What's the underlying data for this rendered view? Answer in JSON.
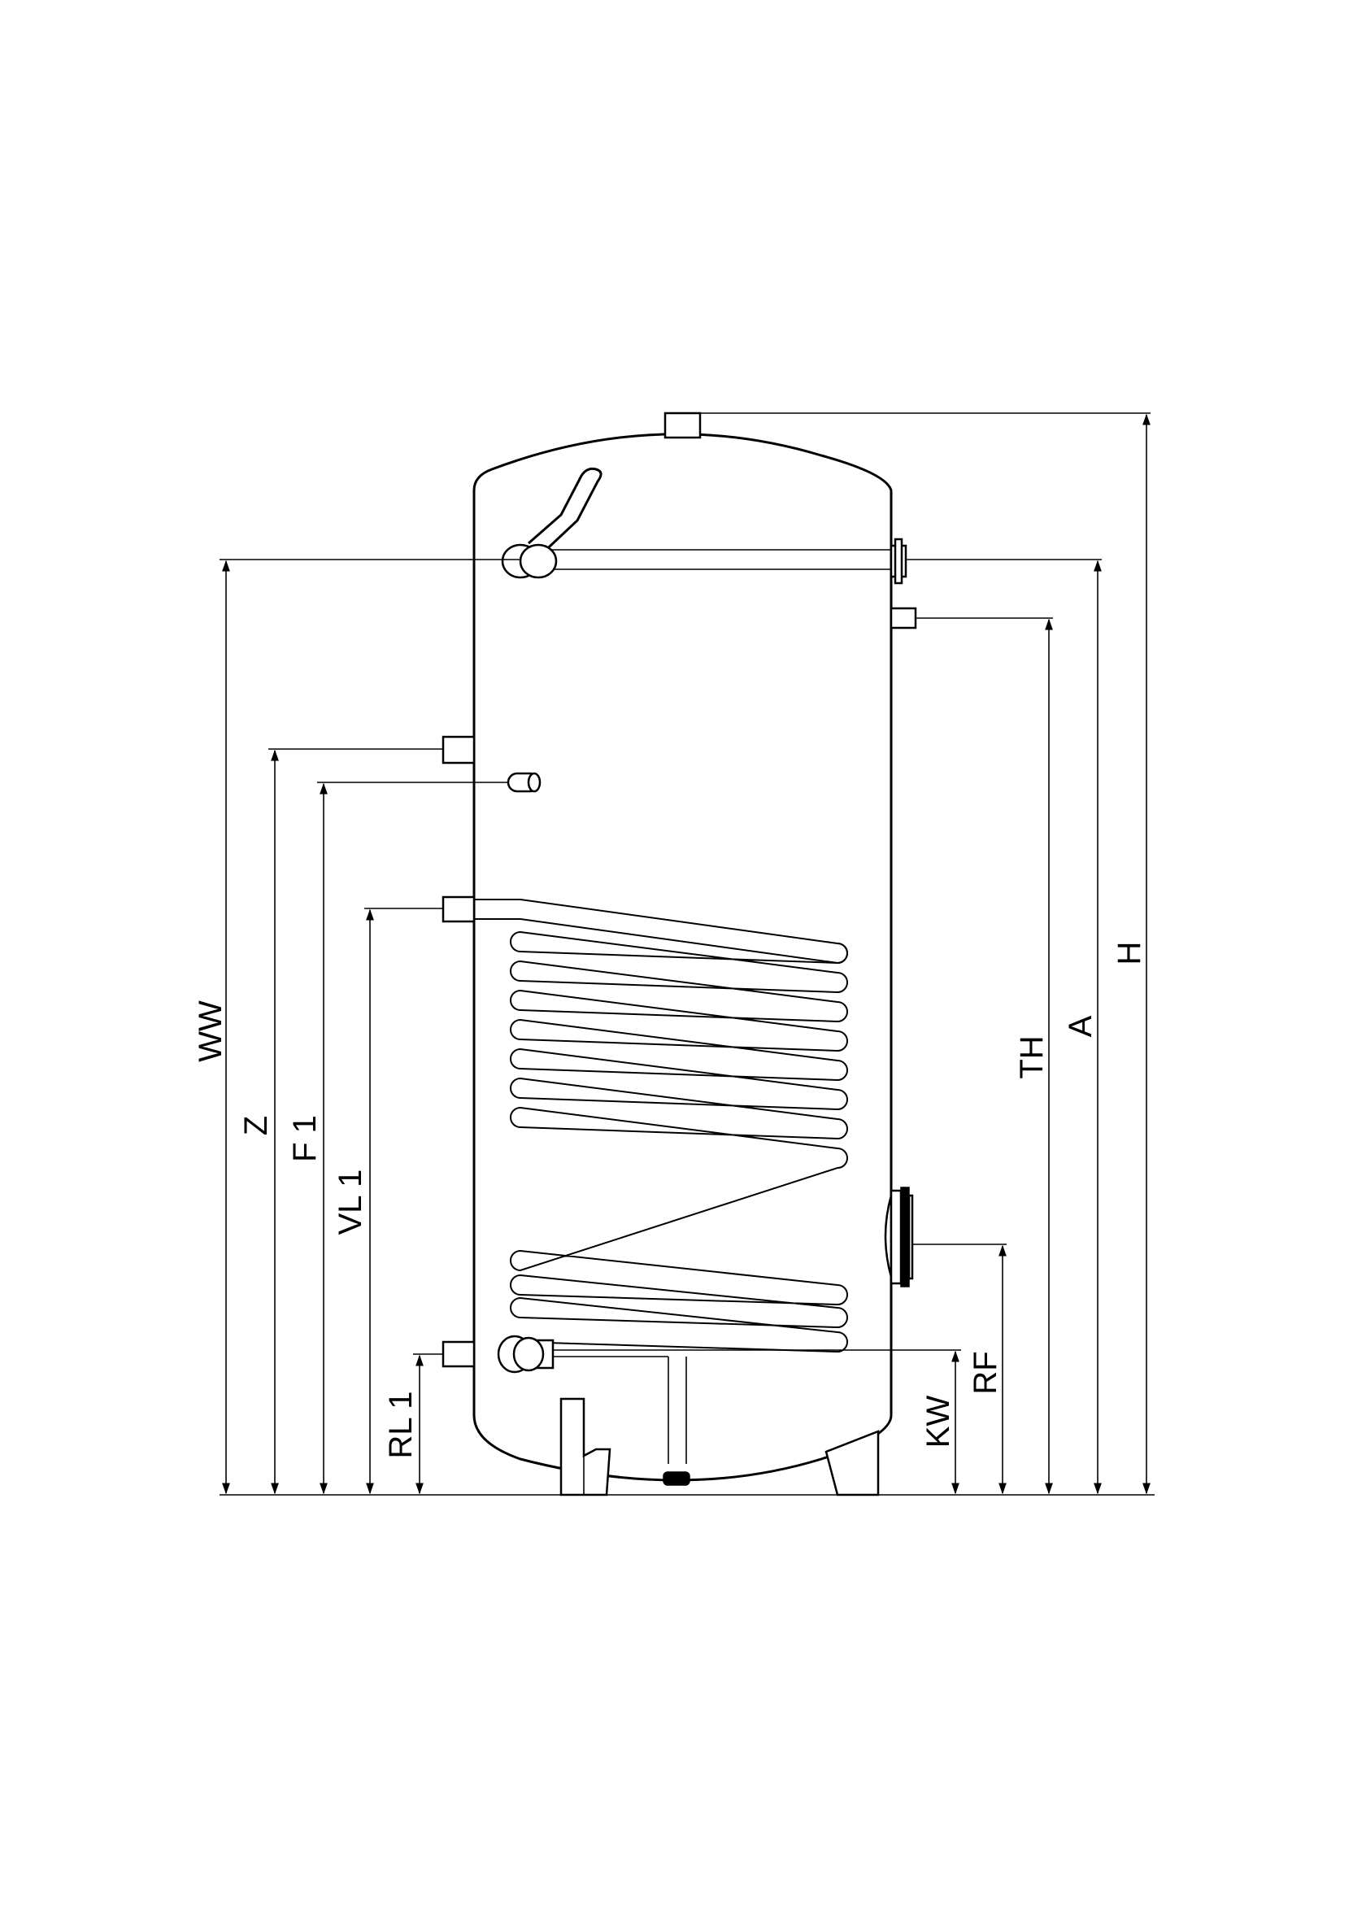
{
  "diagram": {
    "labels": {
      "ww": "WW",
      "z": "Z",
      "f1": "F 1",
      "vl1": "VL 1",
      "rl1": "RL 1",
      "kw": "KW",
      "rf": "RF",
      "th": "TH",
      "a": "A",
      "h": "H"
    },
    "colors": {
      "line": "#000000",
      "background": "#ffffff"
    }
  }
}
